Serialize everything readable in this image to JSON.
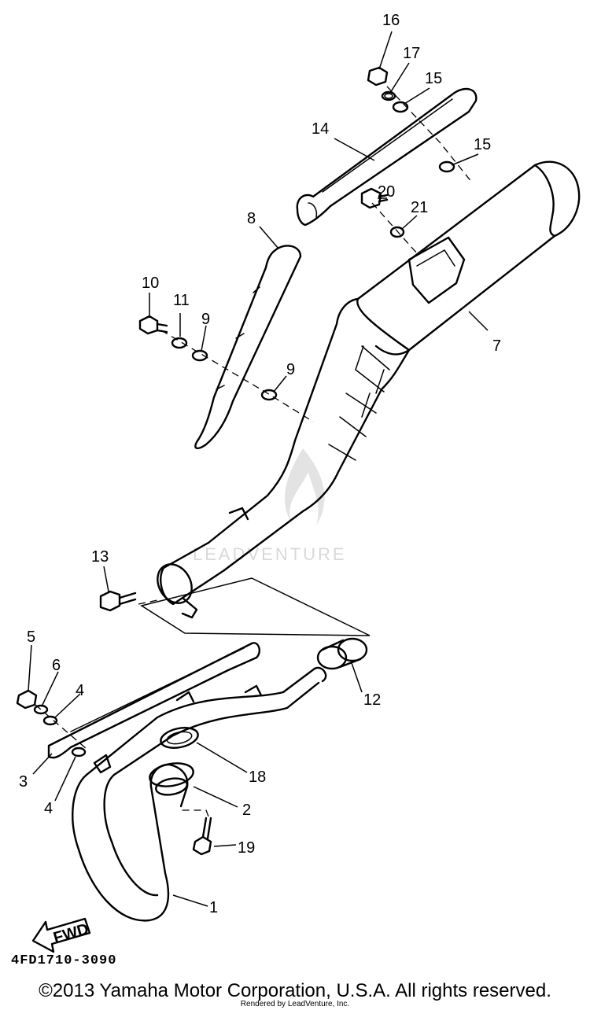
{
  "callouts": [
    {
      "id": "c1",
      "text": "1"
    },
    {
      "id": "c2",
      "text": "2"
    },
    {
      "id": "c3",
      "text": "3"
    },
    {
      "id": "c4a",
      "text": "4"
    },
    {
      "id": "c4b",
      "text": "4"
    },
    {
      "id": "c5",
      "text": "5"
    },
    {
      "id": "c6",
      "text": "6"
    },
    {
      "id": "c7",
      "text": "7"
    },
    {
      "id": "c8",
      "text": "8"
    },
    {
      "id": "c9a",
      "text": "9"
    },
    {
      "id": "c9b",
      "text": "9"
    },
    {
      "id": "c10",
      "text": "10"
    },
    {
      "id": "c11",
      "text": "11"
    },
    {
      "id": "c12",
      "text": "12"
    },
    {
      "id": "c13",
      "text": "13"
    },
    {
      "id": "c14",
      "text": "14"
    },
    {
      "id": "c15a",
      "text": "15"
    },
    {
      "id": "c15b",
      "text": "15"
    },
    {
      "id": "c16",
      "text": "16"
    },
    {
      "id": "c17",
      "text": "17"
    },
    {
      "id": "c18",
      "text": "18"
    },
    {
      "id": "c19",
      "text": "19"
    },
    {
      "id": "c20",
      "text": "20"
    },
    {
      "id": "c21",
      "text": "21"
    }
  ],
  "fwd_label": "FWD",
  "diagram_code": "4FD1710-3090",
  "watermark": "LEADVENTURE",
  "copyright": "©2013 Yamaha Motor Corporation, U.S.A. All rights reserved.",
  "rendered_by": "Rendered by LeadVenture, Inc."
}
